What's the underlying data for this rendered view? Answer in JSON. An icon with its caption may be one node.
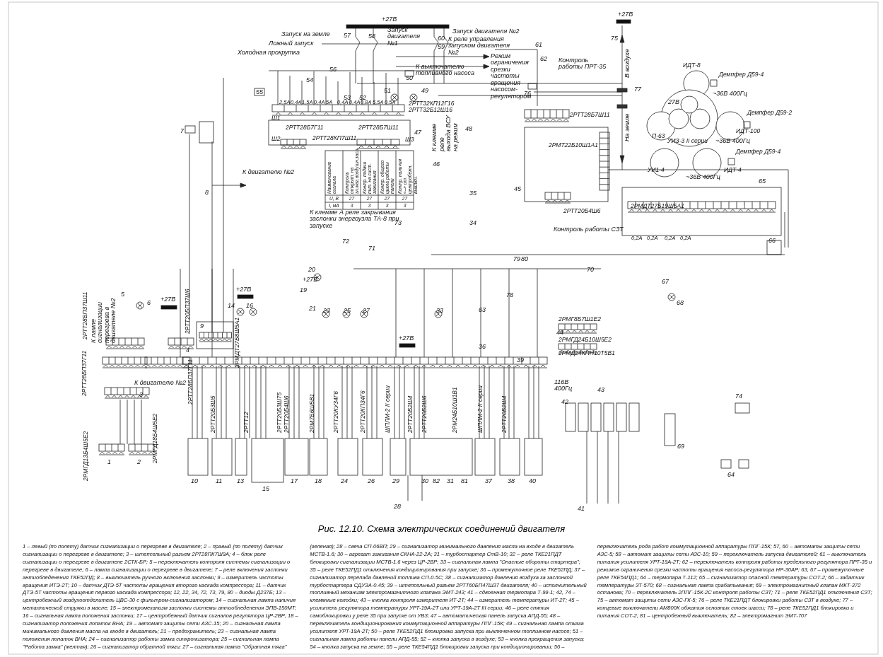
{
  "diagram": {
    "title": "Рис. 12.10. Схема электрических соединений двигателя",
    "caption": "1 – левый (по полету) датчик сигнализации о перегреве в двигателе; 2 – правый (по полету) датчик сигнализации о перегреве в двигателе; 3 – штепсельный разъем 2РТ28ПК7Ш9А; 4 – блок реле сигнализации о перегреве в двигателе 2СТК-БР; 5 – переключатель контроля системы сигнализации о перегреве в двигателе; 6 – лампа сигнализации о перегреве в двигателе; 7 – реле включения заслонки антиобледенения ТКЕ52ПД; 8 – выключатель ручного включения заслонки; 9 – измеритель частоты вращения ИТЭ-2Т; 10 – датчик ДТЭ-5Т частоты вращения второго каскада компрессора; 11 – датчик ДТЭ-5Т частоты вращения первого каскада компрессора; 12, 22, 34, 72, 73, 79, 80 – диоды Д237Б; 13 – центробежный воздухоотделитель ЦВС-30 с фильтром-сигнализатором; 14 – сигнальная лампа наличия металлической стружки в масле; 15 – электромеханизм заслонки системы антиобледенения ЭПВ-150МТ; 16 – сигнальная лампа положения заслонки; 17 – центробежный датчик сигналов регулятора ЦР-2ВР; 18 – сигнализатор положения лопаток ВНА; 19 – автомат защиты сети АЗС-15; 20 – сигнальная лампа минимального давления масла на входе в двигатель; 21 – предохранитель; 23 – сигнальная лампа положения лопаток ВНА; 24 – сигнализатор работы замка синхронизатора; 25 – сигнальная лампа \"Работа замка\" (желтая); 26 – сигнализатор обратной тяги; 27 – сигнальная лампа \"Обратная тяга\" (зеленая); 28 – свеча СП-06ВП; 29 – сигнализатор минимального давления масла на входе в двигатель МСТВ-1.6; 30 – агрегат зажигания СКНА-22-2А; 31 – турбостартер СтВ-10; 32 – реле ТКЕ21ПДТ блокировки сигнализации МСТВ-1.6 через ЦР-2ВР; 33 – сигнальная лампа \"Опасные обороты стартера\"; 35 – реле ТКЕ52ПД1 отключения кондиционирования при запуске; 36 – промежуточное реле ТКЕ52ПД; 37 – сигнализатор перепада давлений топлива СП-0.5С; 38 – сигнализатор давления воздуха за заслонкой турбостартера СДУЗА-0.45; 39 – штепсельный разъем 2РТТ60БП47Ш37 двигателя; 40 – исполнительный топливный механизм электромагнитного клапана ЭМТ-243; 41 – сдвоенная термопара Т-99-1; 42, 74 – клеммные колодки; 43 – кнопка контроля измерителя ИТ-2Т; 44 – измеритель температуры ИТ-2Т; 45 – усилитель регулятора температуры УРТ-19А-2Т или УРТ-19А-2Т III серии; 46 – реле снятия самоблокировки у реле 35 при запуске от УВЗ; 47 – автоматическая панель запуска АПД-55; 48 – переключатель кондиционирования коммутационной аппаратуры ППГ-15К; 49 – сигнальная лампа отказа усилителя УРТ-19А-2Т; 50 – реле ТКЕ52ПД1 блокировки запуска при выключенном топливном насосе; 51 – сигнальная лампа работы панели АПД-55; 52 – кнопка запуска в воздухе; 53 – кнопка прекращения запуска; 54 – кнопка запуска на земле; 55 – реле ТКЕ54ПД1 блокировки запуска при кондиционировании; 56 – переключатель рода работ коммутационной аппаратуры ППГ-15К; 57, 60 – автоматы защиты сети АЗС-5; 58 – автомат защиты сети АЗС-10; 59 – переключатель запуска двигателей; 61 – выключатель питания усилителя УРТ-19А-2Т; 62 – переключатель контроля работы предельного регулятора ПРТ-35 и режимов ограничения срезки частоты вращения насоса-регулятора НР-30АР; 63, 67 – промежуточные реле ТКЕ54ПД1; 64 – термопара Т-112; 65 – сигнализатор опасной температуры СОТ-2; 66 – задатчик температуры ЗТ-570; 68 – сигнальная лампа срабатывания; 69 – электромагнитный клапан МКТ-372 останова; 70 – переключатель 2ППГ-15К-2С контроля работы СЗТ; 71 – реле ТКЕ52ПД1 отключения СЗТ; 75 – автомат защиты сети АЗС-ГК-5; 76 – реле ТКЕ21ПДТ блокировки работы СЗТ в воздухе; 77 – концевые выключатели АМ800К обжатия основных стоек шасси; 78 – реле ТКЕ52ПД1 блокировки и питания СОТ-2; 81 – центробежный выключатель; 82 – электромагнит ЭМТ-707",
    "labels": [
      "+27В",
      "Запуск на земле",
      "Ложный запуск",
      "Холодная прокрутка",
      "57",
      "58",
      "Запуск двигателя №1",
      "60",
      "59",
      "Запуск двигателя №2",
      "К реле управления запуском двигателя №2",
      "К выключателю топливного насоса",
      "61",
      "Режим ограничения срезки частоты вращения насосом-регулятором",
      "62",
      "Контроль работы ПРТ-35",
      "75",
      "+27В",
      "В воздухе",
      "На земле",
      "77",
      "ИДТ-8",
      "Демпфер Д59-4",
      "~36В 400Гц",
      "27В",
      "П-63",
      "УИЗ-3 II серии",
      "~36В 400Гц",
      "Демпфер Д59-2",
      "ИДТ-100",
      "Демпфер Д59-4",
      "УИ1-4",
      "ИДТ-4",
      "~36В 400Гц",
      "65",
      "55",
      "54",
      "56",
      "53",
      "52",
      "51",
      "49",
      "50",
      "76",
      "2РТТ32КП12Г16",
      "2РТТ32Б12Ш16",
      "Ш1",
      "2РТТ28Б7Г11",
      "2РТТ28Б7Ш11",
      "47",
      "Ш2",
      "2РТТ28КП7Ш11",
      "Ш3",
      "2,5А",
      "0,4А",
      "1,5А",
      "0,4А",
      "5А",
      "0,4А",
      "0,4А",
      "0,8А",
      "5,5А",
      "0,5А",
      "2РТТ28Б7Ш11",
      "2РМТ22Б10Ш1А1",
      "45",
      "2РТТ20Б4Ш6",
      "2РМДТ27Б19Ш5А1",
      "Контроль работы СЗТ",
      "Наименование сигнала",
      "Контроль открыт. на эл.маг.воздушн.засл.",
      "Контр. подачи пит. на сист. зажигания",
      "Контр. общего цикла работы панели",
      "Контр. наличия «–» от центробежн. выключ.",
      "U, В",
      "27",
      "27",
      "27",
      "27",
      "I, мА",
      "3",
      "3",
      "3",
      "3",
      "К клемме А реле закрывания заслонки энергоузла ТА-8 при запуске",
      "К двигателю №2",
      "К клемме",
      "реле выхода ВСУ на режим",
      "7",
      "8",
      "48",
      "46",
      "35",
      "73",
      "34",
      "72",
      "71",
      "70",
      "66",
      "67",
      "68",
      "79",
      "80",
      "78",
      "20",
      "+27В",
      "19",
      "21",
      "23",
      "25",
      "27",
      "33",
      "63",
      "36",
      "+27В",
      "39",
      "2РМГ8Б7Ш1Е2",
      "44",
      "2РМГД24Б10Ш5Е2",
      "2РМД24КПН10Т5В1",
      "116В 400Гц",
      "43",
      "42",
      "74",
      "69",
      "64",
      "41",
      "14",
      "16",
      "+27В",
      "2РМДТ27Б8Ш5А1",
      "2РТТ28БП37Ш11",
      "К лампе сигнализации перегрева в двигателе №2",
      "5",
      "6",
      "+27В",
      "2РТТ20БП37Ш6",
      "9",
      "4",
      "2РТТ28БП37Г11",
      "3",
      "К двигателю №2",
      "2РТТ28БП37Г11",
      "2РМГД13Б4Ш5Е2",
      "2РМГД18Б4Ш5Е2",
      "1",
      "2",
      "10",
      "11",
      "13",
      "15",
      "17",
      "18",
      "24",
      "26",
      "29",
      "30",
      "82",
      "31",
      "81",
      "37",
      "38",
      "40",
      "28",
      "2РТТ20Б3Ш5",
      "2РТТ12",
      "2РТТ20Б3Ш75",
      "2РТТ20Б4Ш6",
      "2РМ7Б6Ш5В1",
      "2РТТ20КУ34Г6",
      "2РТТ20КП34Г6",
      "ШПЛМ-2 II серии",
      "2РТТ20Б2Ш4",
      "2РТТ20Б2Ш6",
      "2РМ24Б10Ш1В1",
      "ШПЛМ-2 II серии",
      "2РТТ20Б2Ш4",
      "0,2А",
      "0,2А",
      "0,2А",
      "0,2А"
    ]
  }
}
